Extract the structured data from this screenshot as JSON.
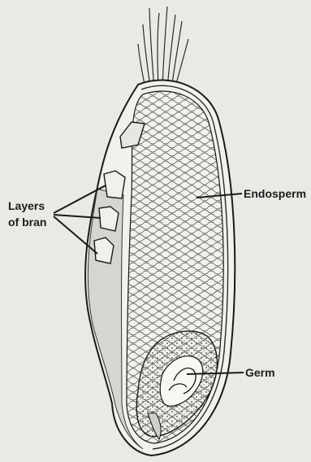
{
  "diagram": {
    "labels": {
      "bran_line1": "Layers",
      "bran_line2": "of bran",
      "endosperm": "Endosperm",
      "germ": "Germ"
    },
    "colors": {
      "background": "#e9eae6",
      "ink": "#1a1a1a",
      "grain_fill": "#f3f3ef",
      "bran_shade": "#d2d2cd"
    }
  }
}
